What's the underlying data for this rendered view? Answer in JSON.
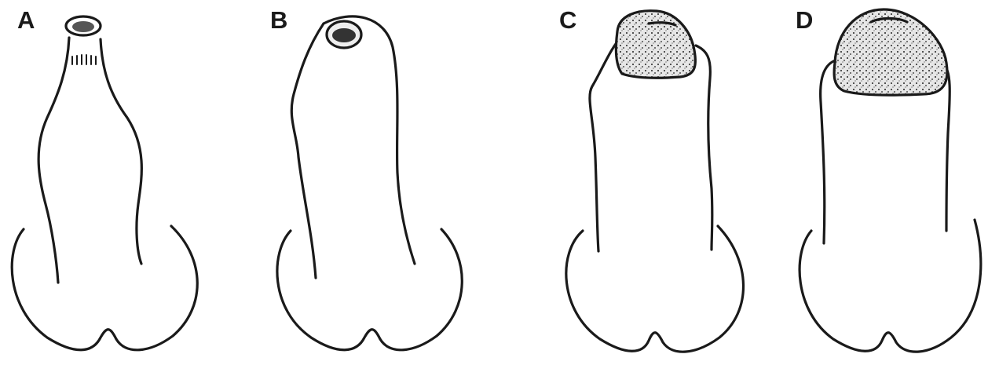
{
  "panels": [
    {
      "label": "A"
    },
    {
      "label": "B"
    },
    {
      "label": "C"
    },
    {
      "label": "D"
    }
  ],
  "colors": {
    "ink": "#1a1a1a",
    "background": "#ffffff",
    "stipple_fill": "#d9d9d9"
  }
}
